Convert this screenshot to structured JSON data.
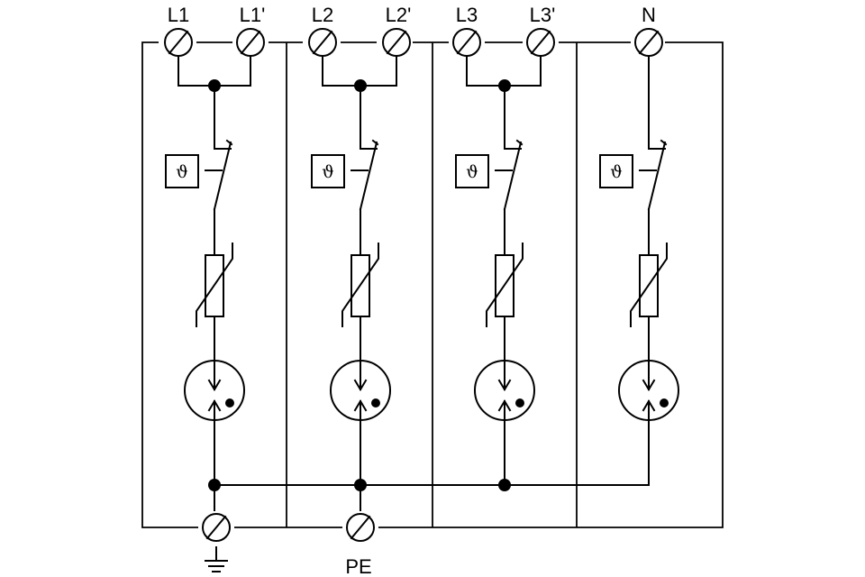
{
  "terminals": {
    "top": [
      "L1",
      "L1'",
      "L2",
      "L2'",
      "L3",
      "L3'",
      "N"
    ],
    "bottom_pe": "PE"
  },
  "symbols": {
    "thermal_disconnector": "ϑ",
    "ground_icon": "earth-ground-icon",
    "terminal_icon": "screw-terminal-icon",
    "varistor_icon": "varistor-icon",
    "spark_gap_icon": "gas-discharge-tube-icon"
  },
  "channels": [
    "L1",
    "L2",
    "L3",
    "N"
  ]
}
